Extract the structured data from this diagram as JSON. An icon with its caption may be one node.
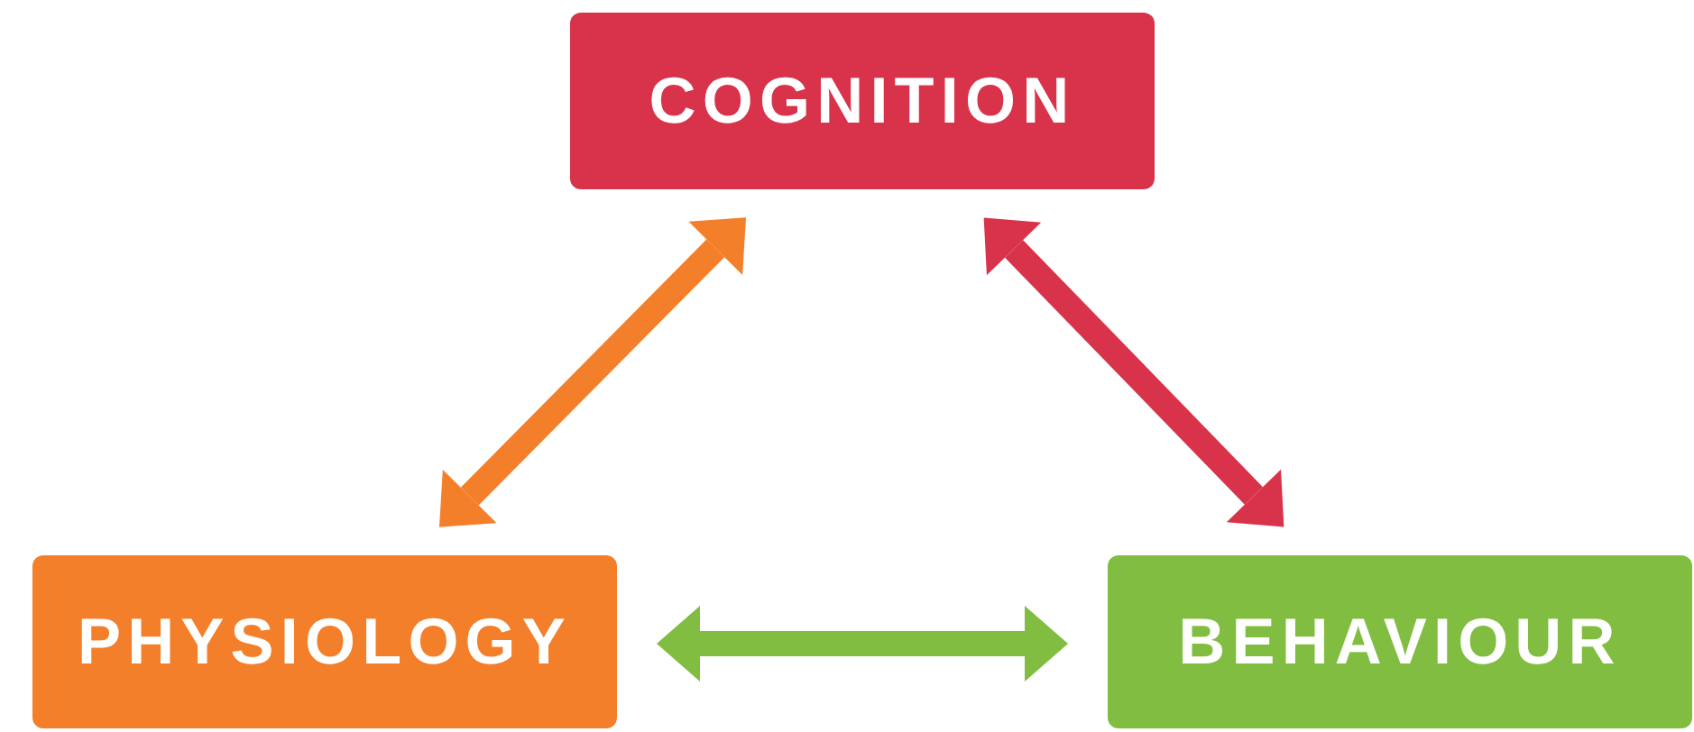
{
  "diagram": {
    "nodes": [
      {
        "text": [
          "COGNITION"
        ]
      },
      {
        "text": [
          "PHYSIOLOGY"
        ]
      },
      {
        "text": [
          "BEHAVIOUR"
        ]
      }
    ],
    "edges": [
      {
        "from": 0,
        "to": 1,
        "arrow": "both",
        "color": "#f47f2a"
      },
      {
        "from": 0,
        "to": 2,
        "arrow": "both",
        "color": "#d8334a"
      },
      {
        "from": 1,
        "to": 2,
        "arrow": "both",
        "color": "#80bd41"
      }
    ]
  }
}
